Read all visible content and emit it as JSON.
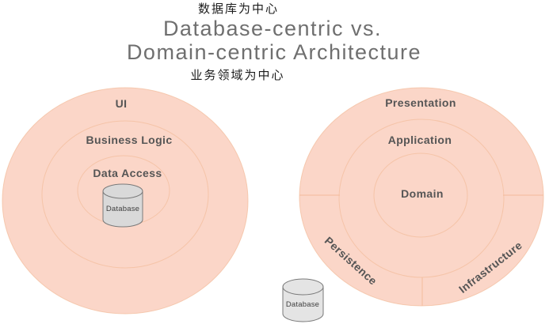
{
  "annotations": {
    "database_centric_cn": "数据库为中心",
    "domain_centric_cn": "业务领域为中心"
  },
  "title": {
    "line1": "Database-centric vs.",
    "line2": "Domain-centric Architecture"
  },
  "left_diagram": {
    "name": "database-centric-architecture",
    "rings": [
      {
        "label": "UI"
      },
      {
        "label": "Business Logic"
      },
      {
        "label": "Data Access"
      }
    ],
    "database": {
      "label": "Database"
    }
  },
  "right_diagram": {
    "name": "domain-centric-architecture",
    "rings": [
      {
        "label": "Presentation"
      },
      {
        "label": "Application"
      },
      {
        "label": "Domain"
      }
    ],
    "outer_segments": [
      {
        "label": "Persistence"
      },
      {
        "label": "Infrastructure"
      }
    ],
    "database": {
      "label": "Database"
    }
  },
  "colors": {
    "ring_fill": "#fbd6c8",
    "ring_stroke": "#f3bd9d",
    "ring_label": "#555555",
    "title_text": "#6f6f6f",
    "cn_text": "#1c1c1c",
    "cylinder_fill_left": "#d9d9d9",
    "cylinder_fill_right": "#e4e4e4",
    "cylinder_stroke": "#7a7a7a",
    "background": "#ffffff"
  }
}
